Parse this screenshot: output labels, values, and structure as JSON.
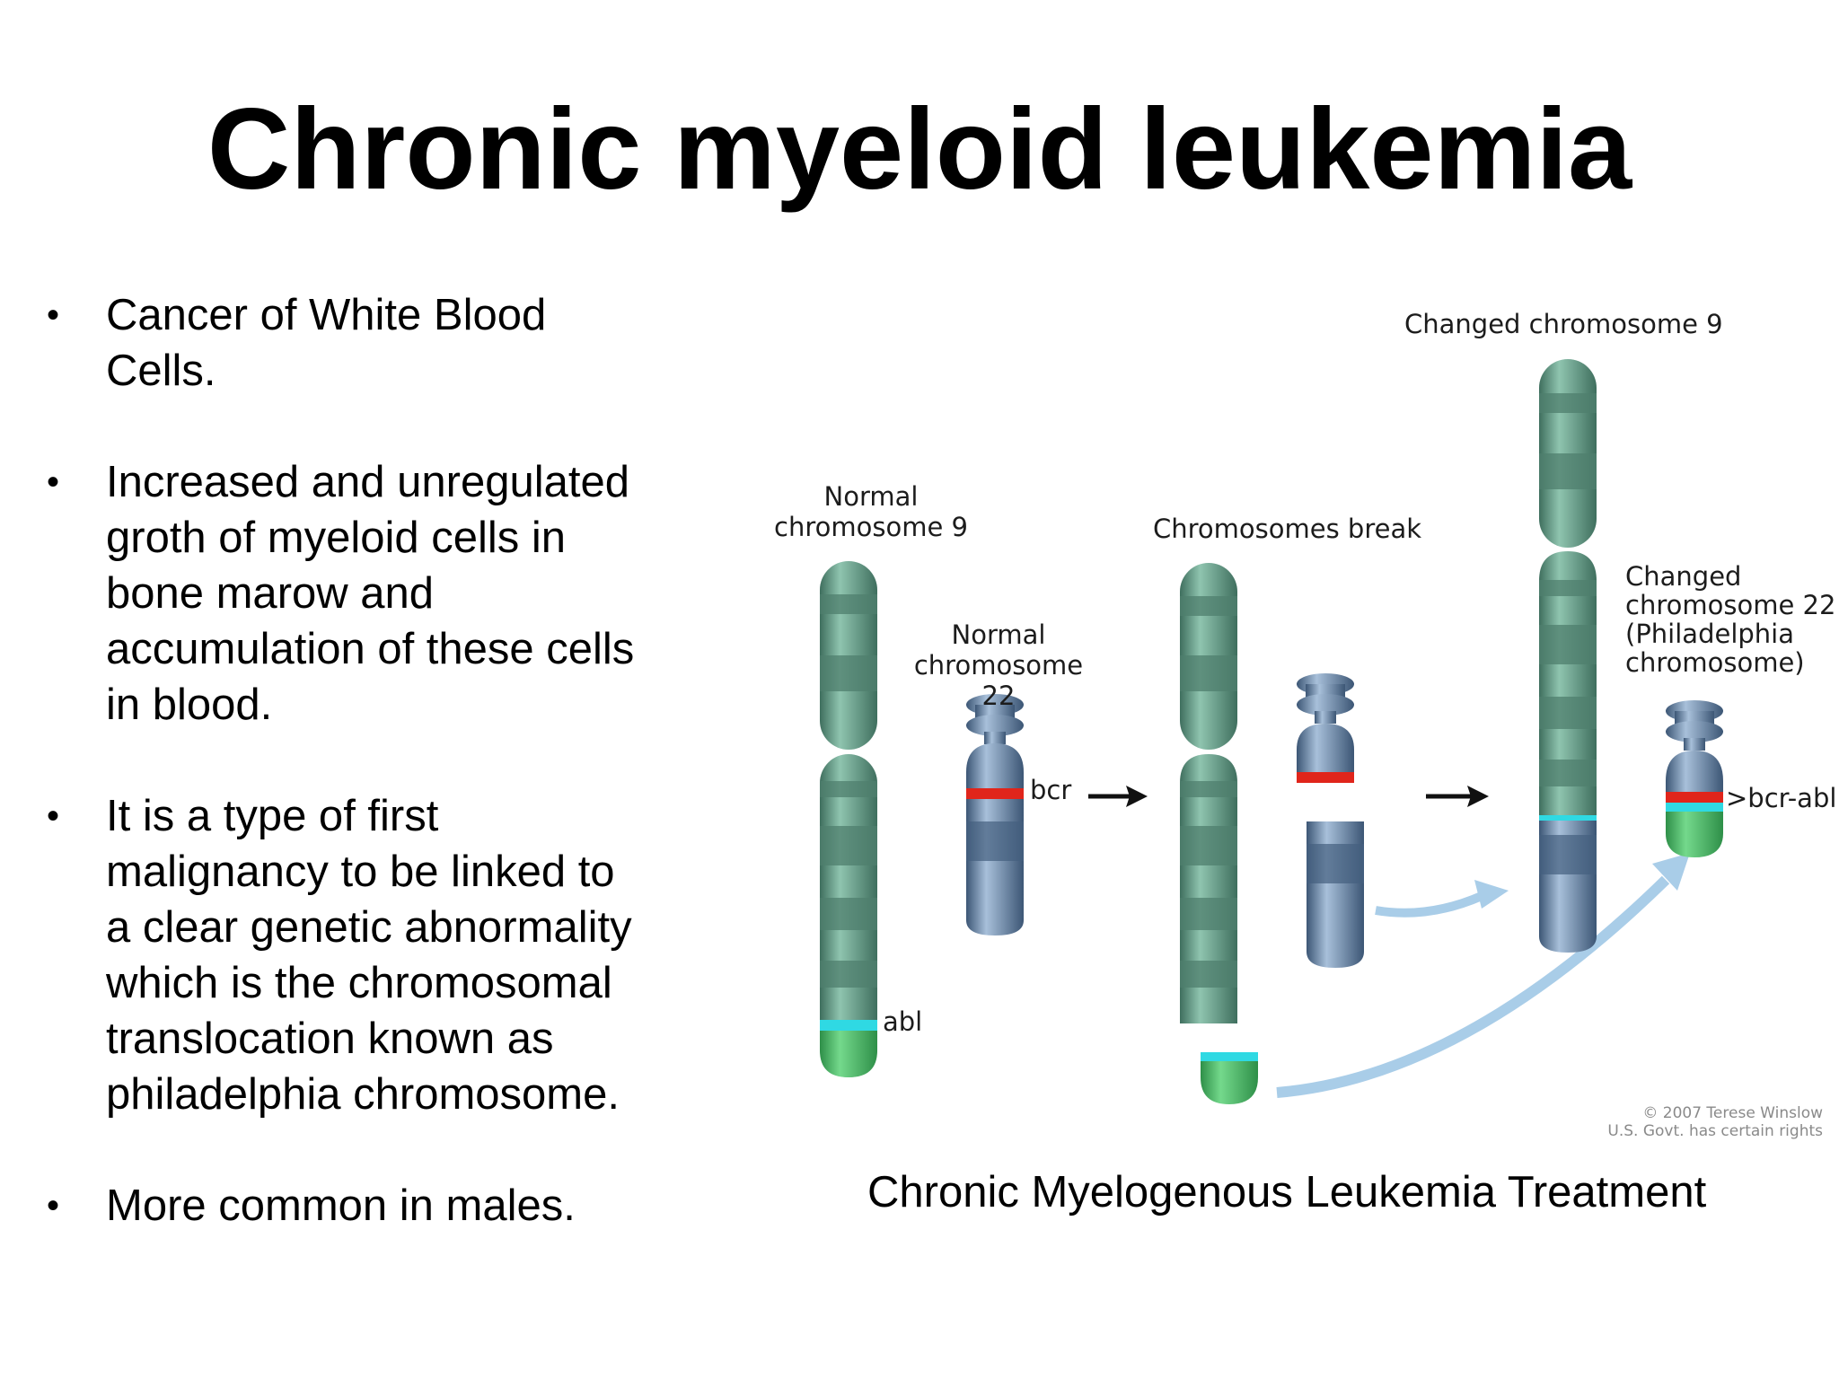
{
  "title": "Chronic myeloid leukemia",
  "bullets": [
    [
      "Cancer of White Blood",
      "Cells."
    ],
    [
      "Increased and unregulated",
      "groth of myeloid cells in",
      "bone marow and",
      "accumulation of these cells",
      "in blood."
    ],
    [
      "It is a type of first",
      "malignancy to be linked to",
      "a clear genetic abnormality",
      "which is the chromosomal",
      "translocation known as",
      "philadelphia chromosome."
    ],
    [
      "More common in males."
    ]
  ],
  "bullet_symbol": "•",
  "diagram": {
    "labels": {
      "normal9": [
        "Normal",
        "chromosome 9"
      ],
      "normal22": [
        "Normal",
        "chromosome 22"
      ],
      "bcr": "bcr",
      "abl": "abl",
      "break": "Chromosomes break",
      "changed9": "Changed chromosome 9",
      "changed22": [
        "Changed",
        "chromosome 22",
        "(Philadelphia",
        "chromosome)"
      ],
      "bcr_abl": ">bcr-abl"
    },
    "copyright": [
      "© 2007 Terese Winslow",
      "U.S. Govt. has certain rights"
    ],
    "colors": {
      "green_body": "#6fa994",
      "green_band": "#4f7f6d",
      "blue_body": "#7f9fbf",
      "blue_band": "#45607f",
      "bcr_red": "#e0251b",
      "abl_cyan": "#2fd9e3",
      "abl_green": "#3fb35a",
      "arrow_light": "#a9cde8"
    }
  },
  "caption": "Chronic Myelogenous Leukemia Treatment"
}
